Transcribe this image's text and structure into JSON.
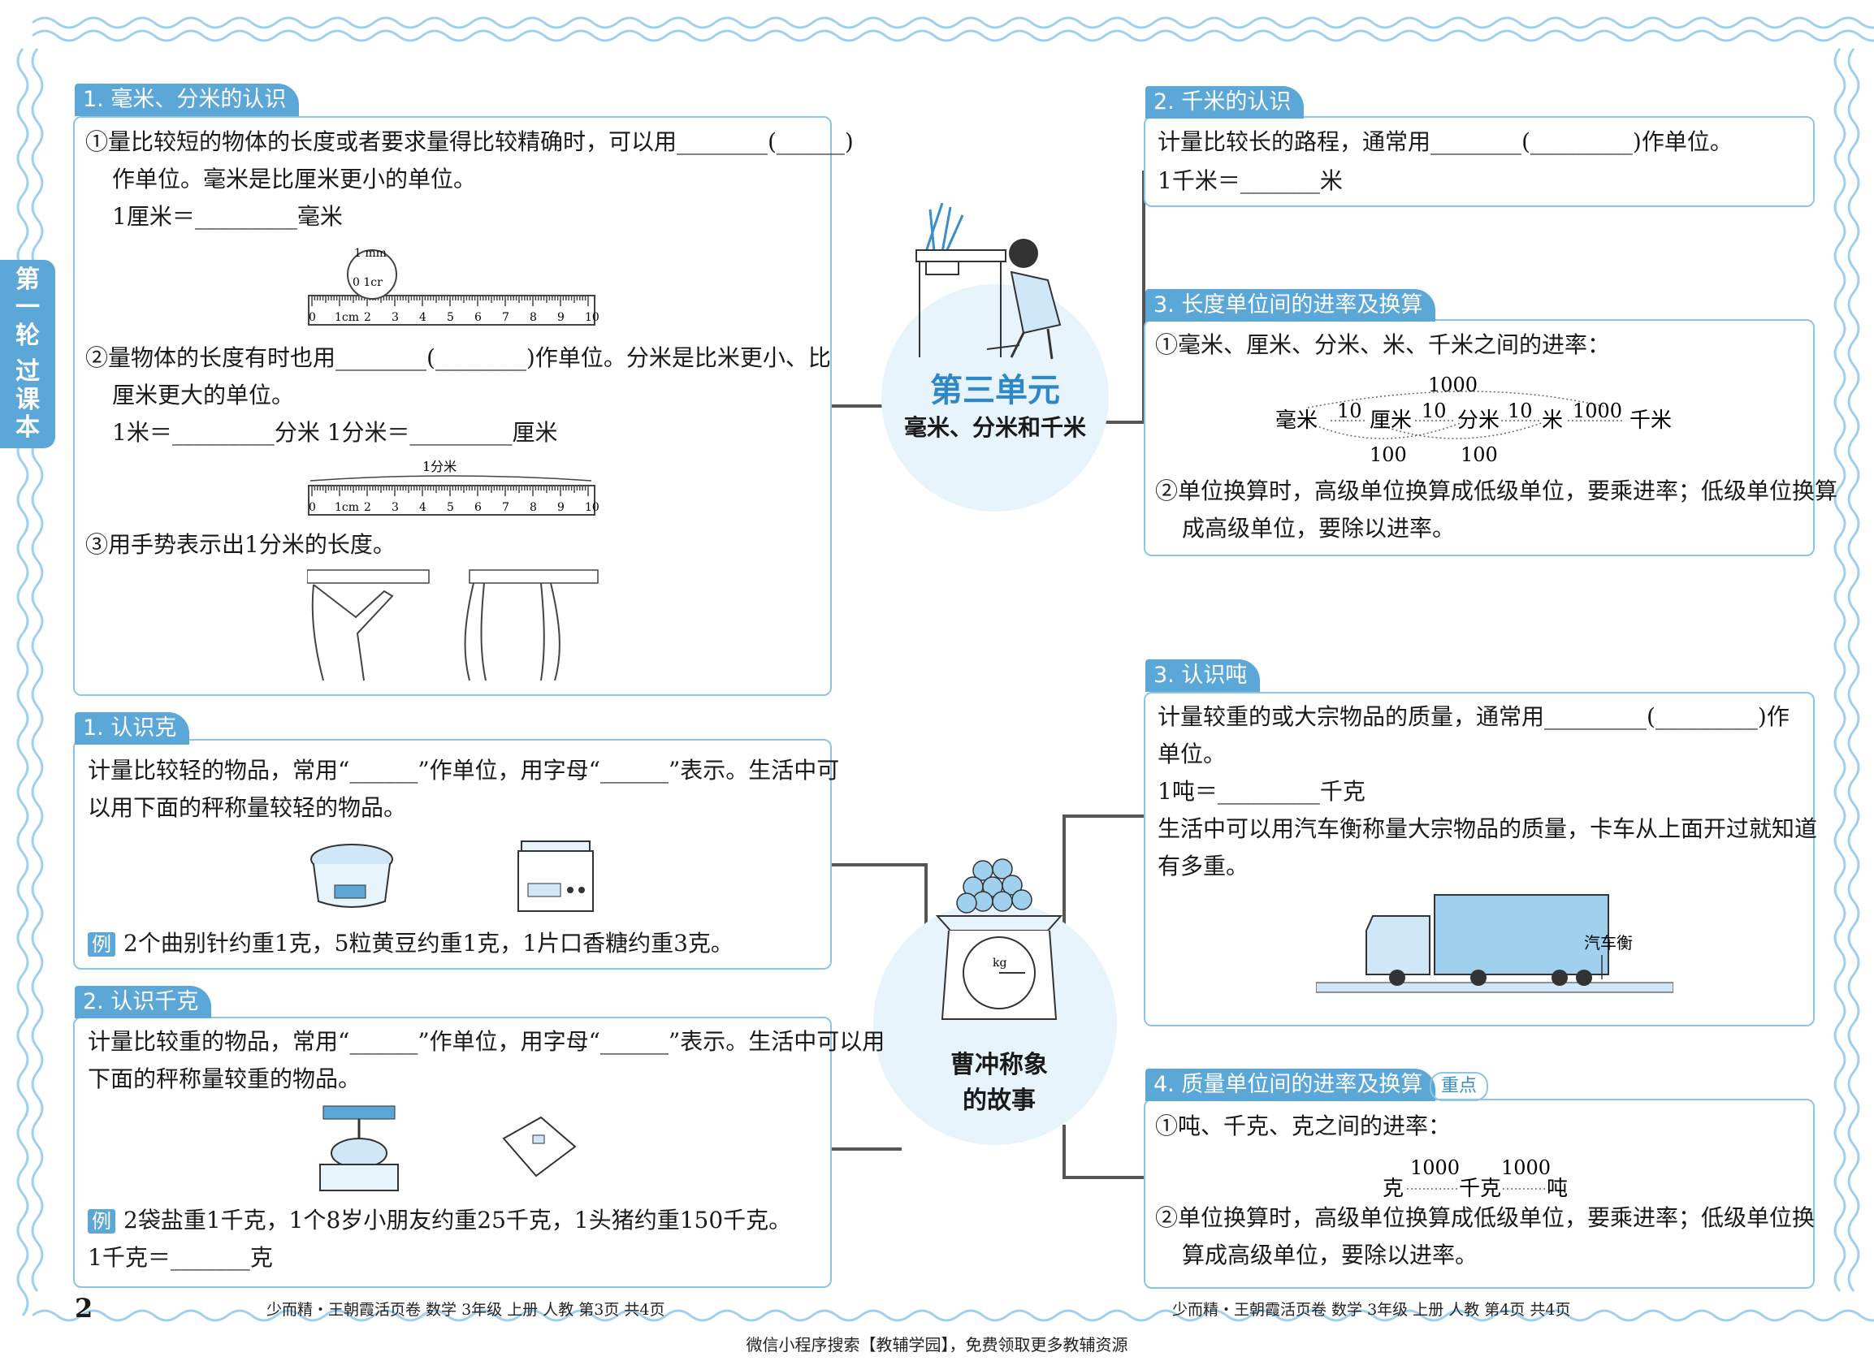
{
  "side_tab": [
    "第",
    "一",
    "轮",
    "过",
    "课",
    "本"
  ],
  "unit": {
    "title": "第三单元",
    "subtitle": "毫米、分米和千米"
  },
  "story": {
    "line1": "曹冲称象",
    "line2": "的故事"
  },
  "s1": {
    "tag": "1. 毫米、分米的认识",
    "l1": "①量比较短的物体的长度或者要求量得比较精确时，可以用________(______)",
    "l2": "作单位。毫米是比厘米更小的单位。",
    "l3": "1厘米＝_________毫米",
    "ruler1_label": "1 mm",
    "ruler1_zoom": "0    1cr",
    "l4": "②量物体的长度有时也用________(________)作单位。分米是比米更小、比",
    "l5": "厘米更大的单位。",
    "l6": "1米＝_________分米      1分米＝_________厘米",
    "ruler2_label": "1分米",
    "ruler_ticks": [
      "0",
      "1cm",
      "2",
      "3",
      "4",
      "5",
      "6",
      "7",
      "8",
      "9",
      "10"
    ],
    "l7": "③用手势表示出1分米的长度。"
  },
  "s2": {
    "tag": "2. 千米的认识",
    "l1": "计量比较长的路程，通常用________(_________)作单位。",
    "l2": "1千米＝_______米"
  },
  "s3": {
    "tag": "3. 长度单位间的进率及换算",
    "l1": "①毫米、厘米、分米、米、千米之间的进率：",
    "units": [
      "毫米",
      "厘米",
      "分米",
      "米",
      "千米"
    ],
    "rates": [
      "10",
      "10",
      "10",
      "1000"
    ],
    "top_rate": "1000",
    "bottom_rates": [
      "100",
      "100"
    ],
    "l2": "②单位换算时，高级单位换算成低级单位，要乘进率；低级单位换算",
    "l3": "成高级单位，要除以进率。"
  },
  "s4": {
    "tag": "1. 认识克",
    "l1": "计量比较轻的物品，常用“______”作单位，用字母“______”表示。生活中可",
    "l2": "以用下面的秤称量较轻的物品。",
    "example_mark": "例",
    "example": "2个曲别针约重1克，5粒黄豆约重1克，1片口香糖约重3克。"
  },
  "s5": {
    "tag": "2. 认识千克",
    "l1": "计量比较重的物品，常用“______”作单位，用字母“______”表示。生活中可以用",
    "l2": "下面的秤称量较重的物品。",
    "example_mark": "例",
    "example": "2袋盐重1千克，1个8岁小朋友约重25千克，1头猪约重150千克。",
    "l3": "1千克＝_______克"
  },
  "s6": {
    "tag": "3. 认识吨",
    "l1": "计量较重的或大宗物品的质量，通常用_________(_________)作",
    "l2": "单位。",
    "l3": "1吨＝_________千克",
    "l4": "生活中可以用汽车衡称量大宗物品的质量，卡车从上面开过就知道",
    "l5": "有多重。",
    "truck_label": "汽车衡"
  },
  "s7": {
    "tag": "4. 质量单位间的进率及换算",
    "badge": "重点",
    "l1": "①吨、千克、克之间的进率：",
    "units": [
      "克",
      "千克",
      "吨"
    ],
    "rates": [
      "1000",
      "1000"
    ],
    "l2": "②单位换算时，高级单位换算成低级单位，要乘进率；低级单位换",
    "l3": "算成高级单位，要除以进率。"
  },
  "scale_label": "kg",
  "footer_left": "少而精・王朝霞活页卷    数学    3年级    上册    人教    第3页    共4页",
  "footer_right": "少而精・王朝霞活页卷    数学    3年级    上册    人教    第4页    共4页",
  "page_number": "2",
  "bottom_note": "微信小程序搜索【教辅学园】，免费领取更多教辅资源",
  "colors": {
    "accent": "#5aa7d8",
    "border": "#8cc5e8",
    "title_blue": "#2e88c8"
  }
}
